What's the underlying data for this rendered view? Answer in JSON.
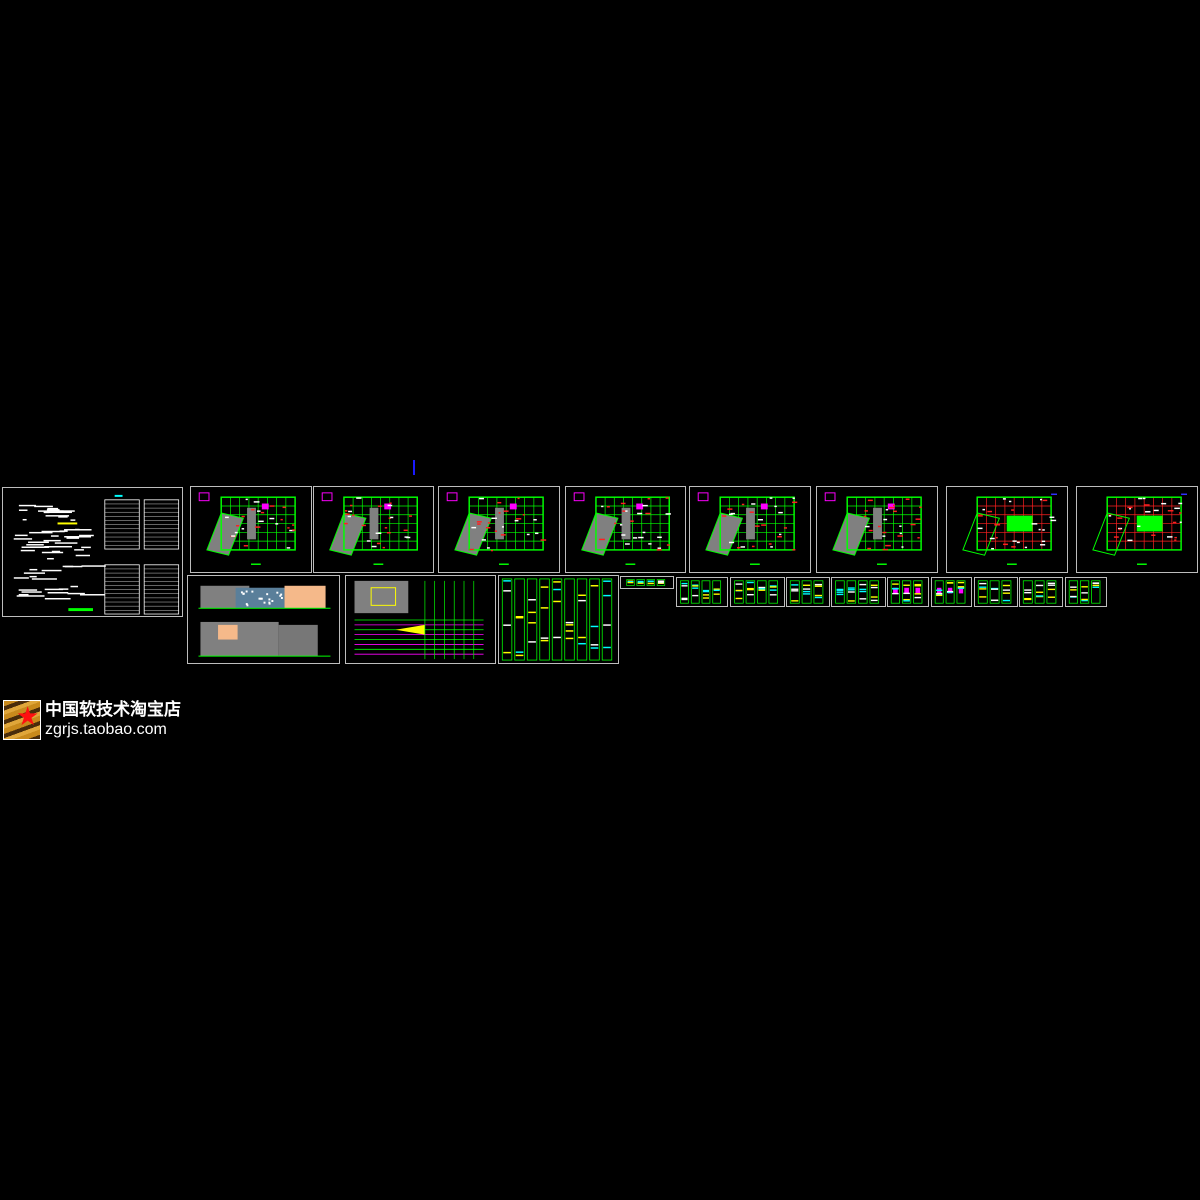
{
  "logo": {
    "title": "中国软技术淘宝店",
    "url": "zgrjs.taobao.com"
  },
  "colors": {
    "background": "#000000",
    "frame": "#bdbdbd",
    "grid": "#00ff00",
    "wall": "#ff2020",
    "fill": "#808080",
    "accent": "#ff00ff",
    "cyan": "#00ffff",
    "yellow": "#ffff00",
    "facade": "#f5b98a"
  },
  "sheets": [
    {
      "kind": "cover"
    },
    {
      "kind": "site-plan"
    },
    {
      "kind": "floor-plan"
    },
    {
      "kind": "floor-plan"
    },
    {
      "kind": "floor-plan"
    },
    {
      "kind": "floor-plan"
    },
    {
      "kind": "floor-plan"
    },
    {
      "kind": "roof-plan"
    },
    {
      "kind": "roof-plan"
    },
    {
      "kind": "elevation"
    },
    {
      "kind": "section"
    },
    {
      "kind": "detail"
    },
    {
      "kind": "detail"
    },
    {
      "kind": "detail"
    },
    {
      "kind": "detail"
    },
    {
      "kind": "detail"
    },
    {
      "kind": "detail"
    },
    {
      "kind": "stair"
    },
    {
      "kind": "stair"
    },
    {
      "kind": "detail"
    },
    {
      "kind": "detail"
    },
    {
      "kind": "detail"
    }
  ]
}
